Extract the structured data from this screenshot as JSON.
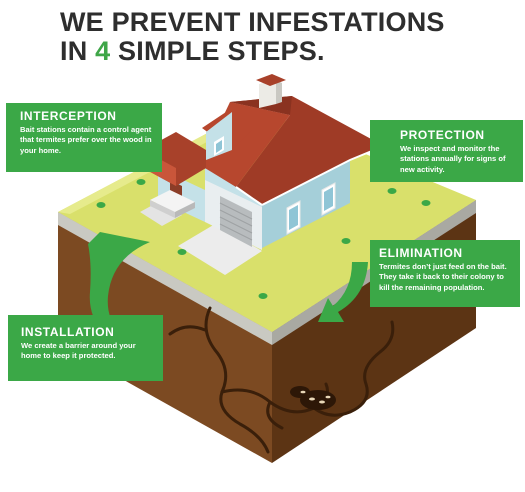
{
  "headline": {
    "line1": "WE PREVENT INFESTATIONS",
    "line2_before": "IN ",
    "line2_number": "4",
    "line2_after": " SIMPLE STEPS."
  },
  "colors": {
    "accent_green": "#3ba847",
    "headline_text": "#2e2e2e",
    "lawn": "#d8e06a",
    "soil": "#7a4a22",
    "roof": "#a8412a",
    "house_wall": "#a8d2dc"
  },
  "steps": [
    {
      "title": "INTERCEPTION",
      "body": "Bait stations contain a control agent that termites prefer over the wood in your home."
    },
    {
      "title": "PROTECTION",
      "body": "We inspect and monitor the stations annually for signs of new activity."
    },
    {
      "title": "ELIMINATION",
      "body": "Termites don’t just feed on the bait. They take it back to their colony to kill the remaining population."
    },
    {
      "title": "INSTALLATION",
      "body": "We create a barrier around your home to keep it protected."
    }
  ]
}
